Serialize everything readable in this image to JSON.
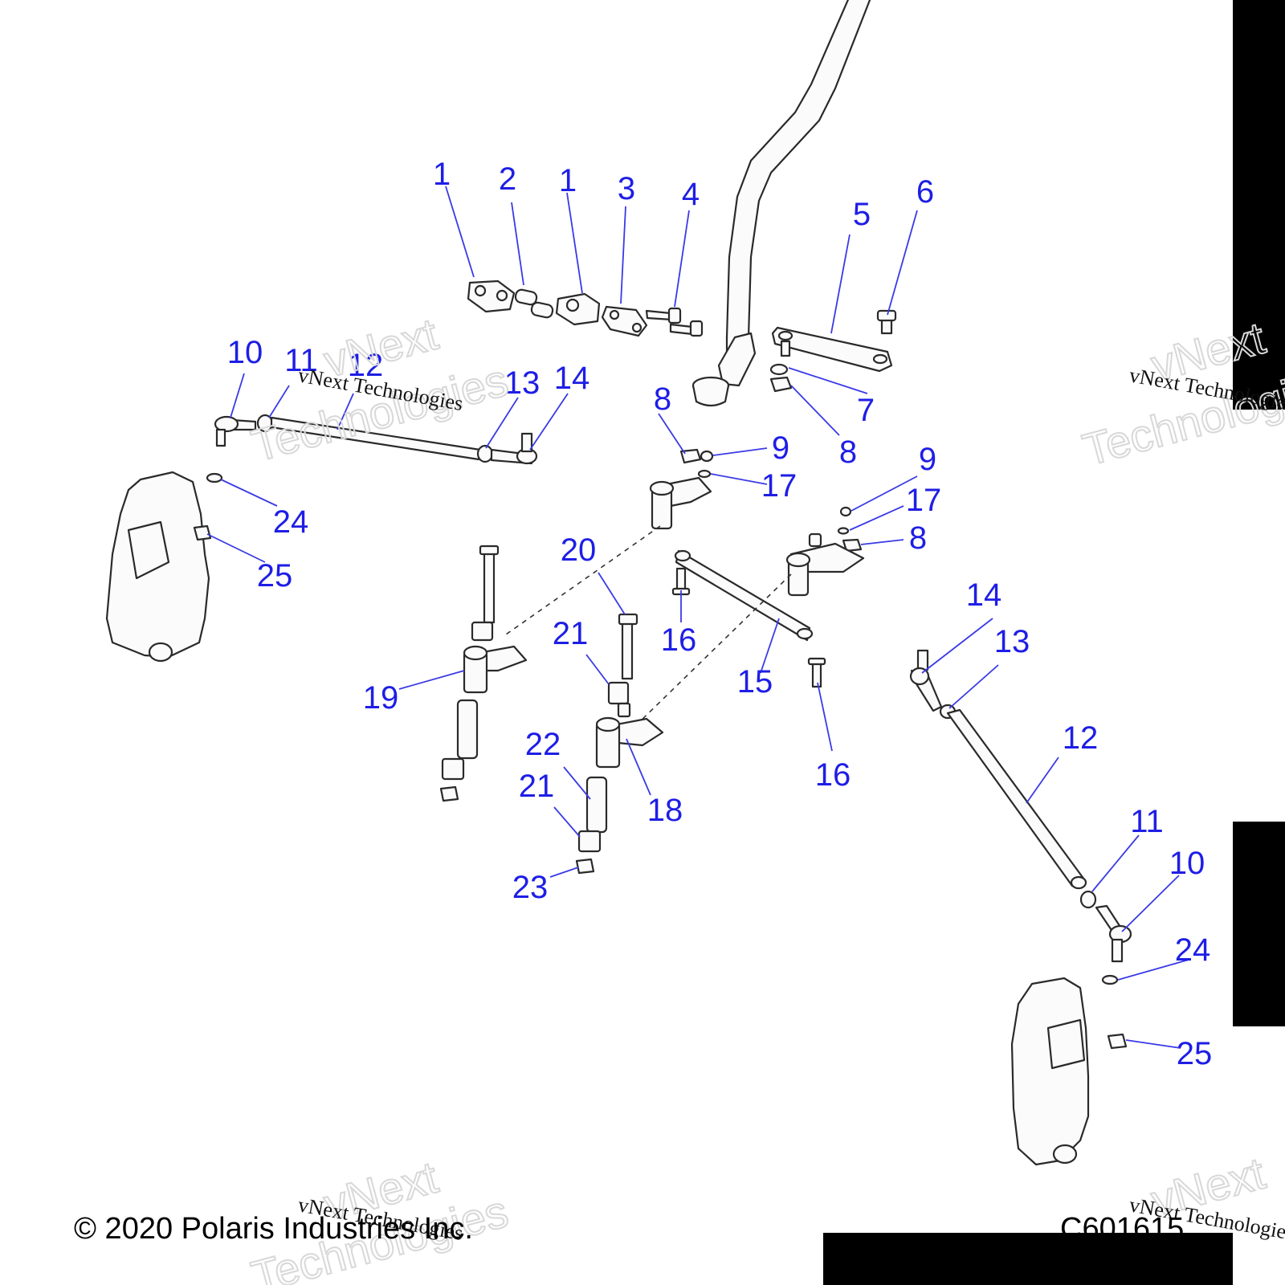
{
  "colors": {
    "callout": "#1e1ee6",
    "leader": "#3a3ae6",
    "line": "#2a2a2a",
    "blackout": "#000000"
  },
  "callouts": [
    {
      "id": "c1a",
      "label": "1"
    },
    {
      "id": "c2",
      "label": "2"
    },
    {
      "id": "c1b",
      "label": "1"
    },
    {
      "id": "c3",
      "label": "3"
    },
    {
      "id": "c4",
      "label": "4"
    },
    {
      "id": "c5",
      "label": "5"
    },
    {
      "id": "c6",
      "label": "6"
    },
    {
      "id": "c7",
      "label": "7"
    },
    {
      "id": "c8a",
      "label": "8"
    },
    {
      "id": "c8b",
      "label": "8"
    },
    {
      "id": "c8c",
      "label": "8"
    },
    {
      "id": "c9a",
      "label": "9"
    },
    {
      "id": "c9b",
      "label": "9"
    },
    {
      "id": "c10a",
      "label": "10"
    },
    {
      "id": "c10b",
      "label": "10"
    },
    {
      "id": "c11a",
      "label": "11"
    },
    {
      "id": "c11b",
      "label": "11"
    },
    {
      "id": "c12a",
      "label": "12"
    },
    {
      "id": "c12b",
      "label": "12"
    },
    {
      "id": "c13a",
      "label": "13"
    },
    {
      "id": "c13b",
      "label": "13"
    },
    {
      "id": "c14a",
      "label": "14"
    },
    {
      "id": "c14b",
      "label": "14"
    },
    {
      "id": "c15",
      "label": "15"
    },
    {
      "id": "c16a",
      "label": "16"
    },
    {
      "id": "c16b",
      "label": "16"
    },
    {
      "id": "c17a",
      "label": "17"
    },
    {
      "id": "c17b",
      "label": "17"
    },
    {
      "id": "c18",
      "label": "18"
    },
    {
      "id": "c19",
      "label": "19"
    },
    {
      "id": "c20",
      "label": "20"
    },
    {
      "id": "c21a",
      "label": "21"
    },
    {
      "id": "c21b",
      "label": "21"
    },
    {
      "id": "c22",
      "label": "22"
    },
    {
      "id": "c23",
      "label": "23"
    },
    {
      "id": "c24a",
      "label": "24"
    },
    {
      "id": "c24b",
      "label": "24"
    },
    {
      "id": "c25a",
      "label": "25"
    },
    {
      "id": "c25b",
      "label": "25"
    }
  ],
  "copyright": "© 2020 Polaris Industries Inc.",
  "figure_code": "C601615",
  "watermark": {
    "small": "vNext Technologies",
    "big_line1": "vNext",
    "big_line2": "Technologies"
  }
}
